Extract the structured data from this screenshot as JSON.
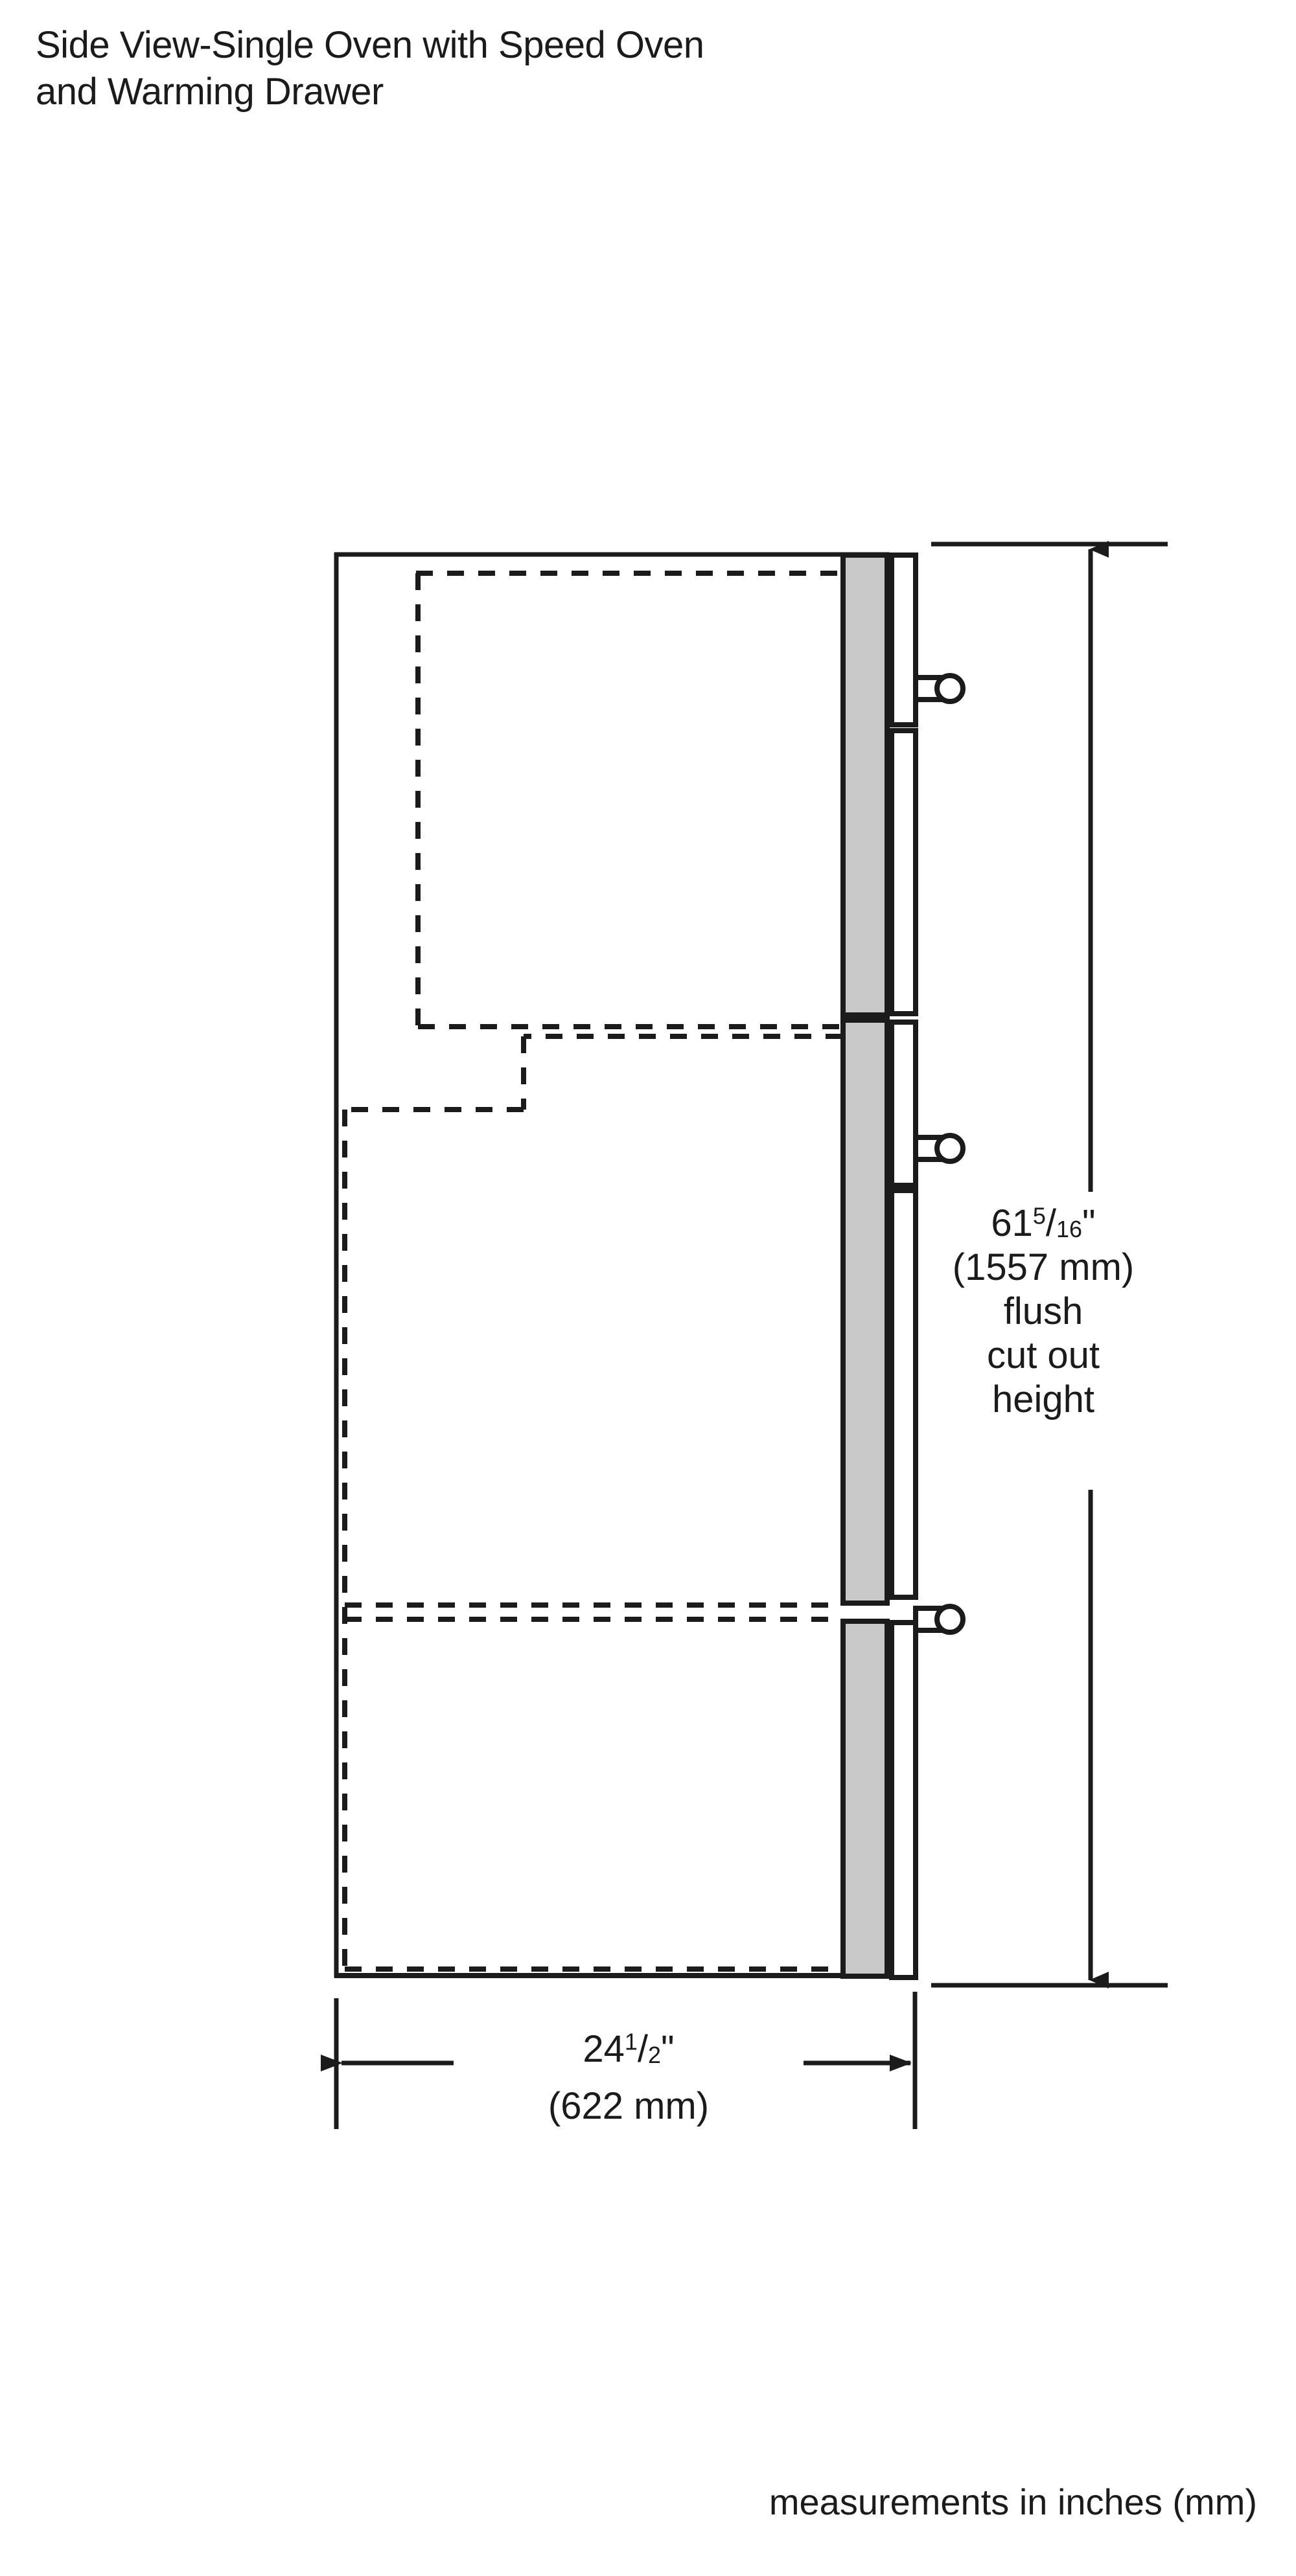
{
  "title": {
    "line1": "Side View-Single Oven with Speed Oven",
    "line2": "and Warming Drawer"
  },
  "dimensions": {
    "height": {
      "whole": "61",
      "numerator": "5",
      "slash": "/",
      "denominator": "16",
      "unit_mark": "\"",
      "metric": "(1557 mm)",
      "note_line1": "flush",
      "note_line2": "cut out",
      "note_line3": "height",
      "full_text": "61 5/16\" (1557 mm) flush cut out height"
    },
    "width": {
      "whole": "24",
      "numerator": "1",
      "slash": "/",
      "denominator": "2",
      "unit_mark": "\"",
      "metric": "(622 mm)",
      "full_text": "24 1/2\" (622 mm)"
    }
  },
  "footer": {
    "note": "measurements in inches (mm)"
  },
  "drawing": {
    "appliances": [
      {
        "name": "speed-oven",
        "handle_label": "handle-knob"
      },
      {
        "name": "single-oven",
        "handle_label": "handle-knob"
      },
      {
        "name": "warming-drawer",
        "handle_label": "handle-knob"
      }
    ]
  },
  "colors": {
    "line": "#1b1b1b",
    "panel_fill": "#c9c9c9",
    "background": "#ffffff"
  }
}
